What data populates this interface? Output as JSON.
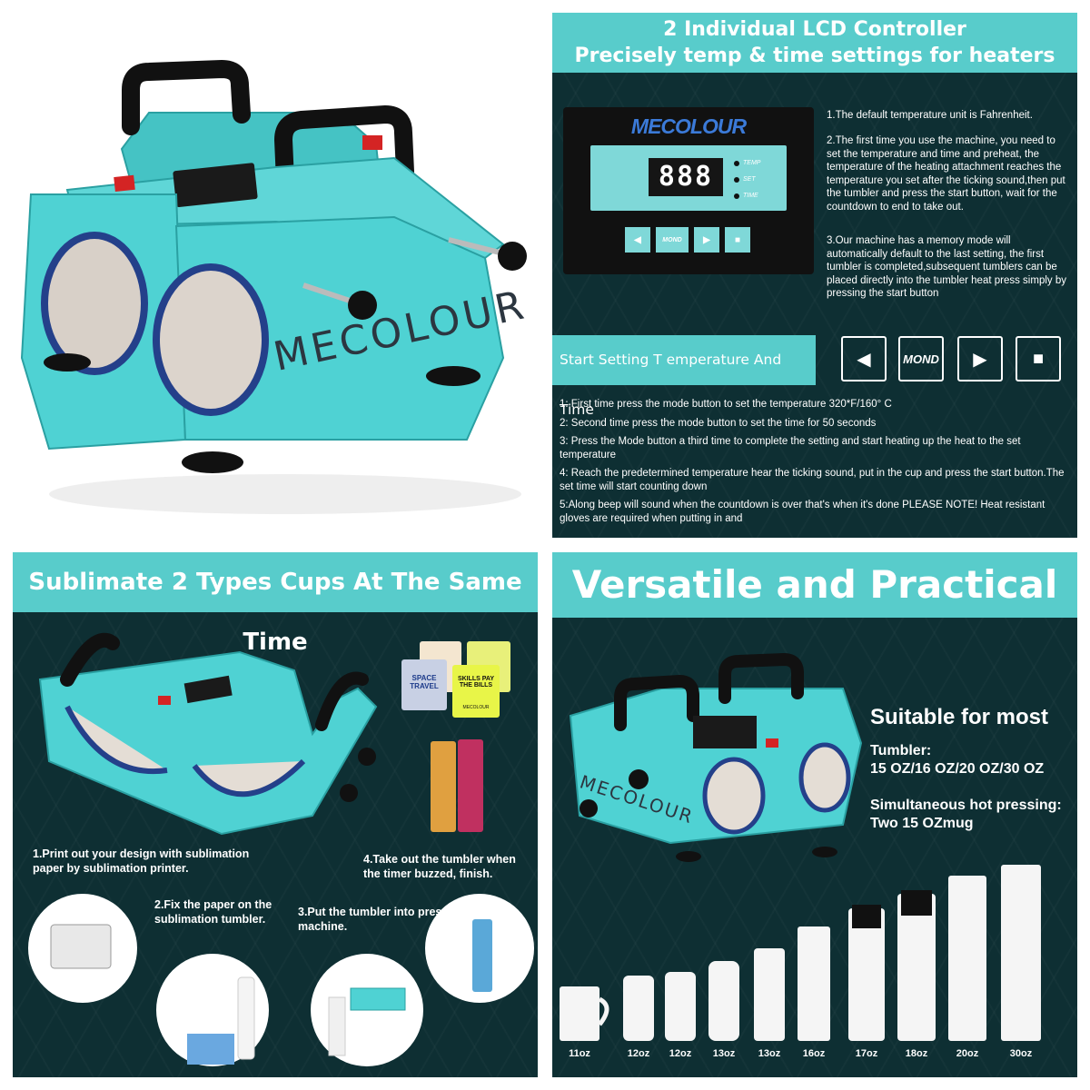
{
  "colors": {
    "teal": "#58cccb",
    "machine_teal": "#4fd2d3",
    "dark_bg": "#0e2f33",
    "white": "#ffffff"
  },
  "panel_a": {
    "brand": "MECOLOUR"
  },
  "panel_b": {
    "title_line1": "2 Individual LCD Controller",
    "title_line2": "Precisely temp & time settings for heaters",
    "lcd": {
      "brand": "MECOLOUR",
      "display": "888",
      "indicators": [
        "TEMP",
        "SET",
        "TIME"
      ],
      "keys": [
        {
          "icon": "left-arrow-icon",
          "glyph": "◀"
        },
        {
          "icon": "mond-key",
          "glyph": "MOND"
        },
        {
          "icon": "right-arrow-icon",
          "glyph": "▶"
        },
        {
          "icon": "stop-square-icon",
          "glyph": "■"
        }
      ]
    },
    "notes": [
      "1.The default temperature unit is Fahrenheit.",
      "2.The first time you use the machine, you need to set the temperature and time and preheat, the temperature of the heating attachment reaches the temperature you set after the ticking sound,then put the tumbler and press the start button, wait for the countdown to end to take out.",
      "3.Our machine has a memory mode will automatically default to the last setting, the first tumbler is completed,subsequent tumblers can be placed directly into the tumbler heat press simply by pressing the start button"
    ],
    "start_bar": "Start Setting T emperature And Time",
    "big_keys": [
      {
        "icon": "left-arrow-icon",
        "glyph": "◀"
      },
      {
        "icon": "mond-key",
        "glyph": "MOND"
      },
      {
        "icon": "right-arrow-icon",
        "glyph": "▶"
      },
      {
        "icon": "stop-square-icon",
        "glyph": "■"
      }
    ],
    "steps": [
      "1: First time press the mode button to set the temperature 320*F/160° C",
      "2: Second time press the mode button to set the time for 50 seconds",
      "3: Press the Mode button a third time to complete the setting and start heating up the heat to the set temperature",
      "4: Reach the predetermined temperature hear the ticking sound, put in the cup and press the start button.The set time will start counting down",
      "5:Along beep will sound when the countdown is over that's when it's done PLEASE NOTE! Heat resistant gloves are required when putting in and"
    ]
  },
  "panel_c": {
    "title": "Sublimate 2 Types Cups At The Same Time",
    "mug_texts": [
      "SPACE TRAVEL",
      "SKILLS PAY THE BILLS",
      "MECOLOUR"
    ],
    "steps": [
      "1.Print out your design with sublimation paper by sublimation printer.",
      "2.Fix the paper on the sublimation tumbler.",
      "3.Put the tumbler into press machine.",
      "4.Take out the tumbler when the timer buzzed, finish."
    ]
  },
  "panel_d": {
    "title": "Versatile and Practical",
    "brand": "MECOLOUR",
    "suitable": "Suitable for most",
    "tumbler_label": "Tumbler:",
    "tumbler_sizes": "15 OZ/16 OZ/20 OZ/30 OZ",
    "simul_label": "Simultaneous hot pressing:",
    "simul_value": "Two 15 OZmug",
    "cup_sizes": [
      "11oz",
      "12oz",
      "12oz",
      "13oz",
      "13oz",
      "16oz",
      "17oz",
      "18oz",
      "20oz",
      "30oz"
    ]
  }
}
